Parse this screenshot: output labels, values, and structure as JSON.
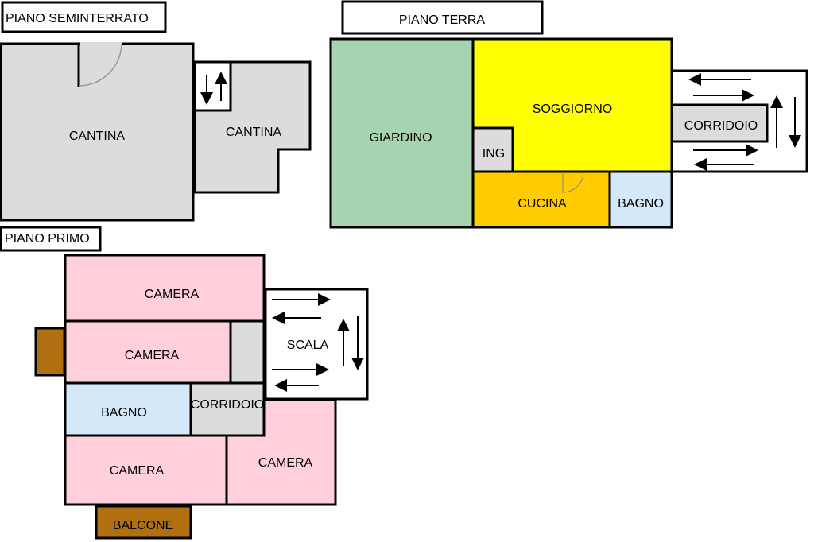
{
  "colors": {
    "gray": "#dcdcdc",
    "green": "#a6d4b0",
    "yellow": "#ffff00",
    "orange": "#ffcc00",
    "lightblue": "#d4e8fa",
    "pink": "#ffd0dc",
    "brown": "#b07010"
  },
  "basement": {
    "title": "PIANO SEMINTERRATO",
    "rooms": [
      "CANTINA",
      "CANTINA"
    ]
  },
  "ground": {
    "title": "PIANO TERRA",
    "rooms": {
      "garden": "GIARDINO",
      "living": "SOGGIORNO",
      "entrance": "ING",
      "kitchen": "CUCINA",
      "bathroom": "BAGNO",
      "corridor": "CORRIDOIO"
    }
  },
  "first": {
    "title": "PIANO PRIMO",
    "rooms": {
      "camera1": "CAMERA",
      "camera2": "CAMERA",
      "bathroom": "BAGNO",
      "corridor": "CORRIDOIO",
      "camera3": "CAMERA",
      "camera4": "CAMERA",
      "stairs": "SCALA",
      "balcony": "BALCONE"
    }
  }
}
